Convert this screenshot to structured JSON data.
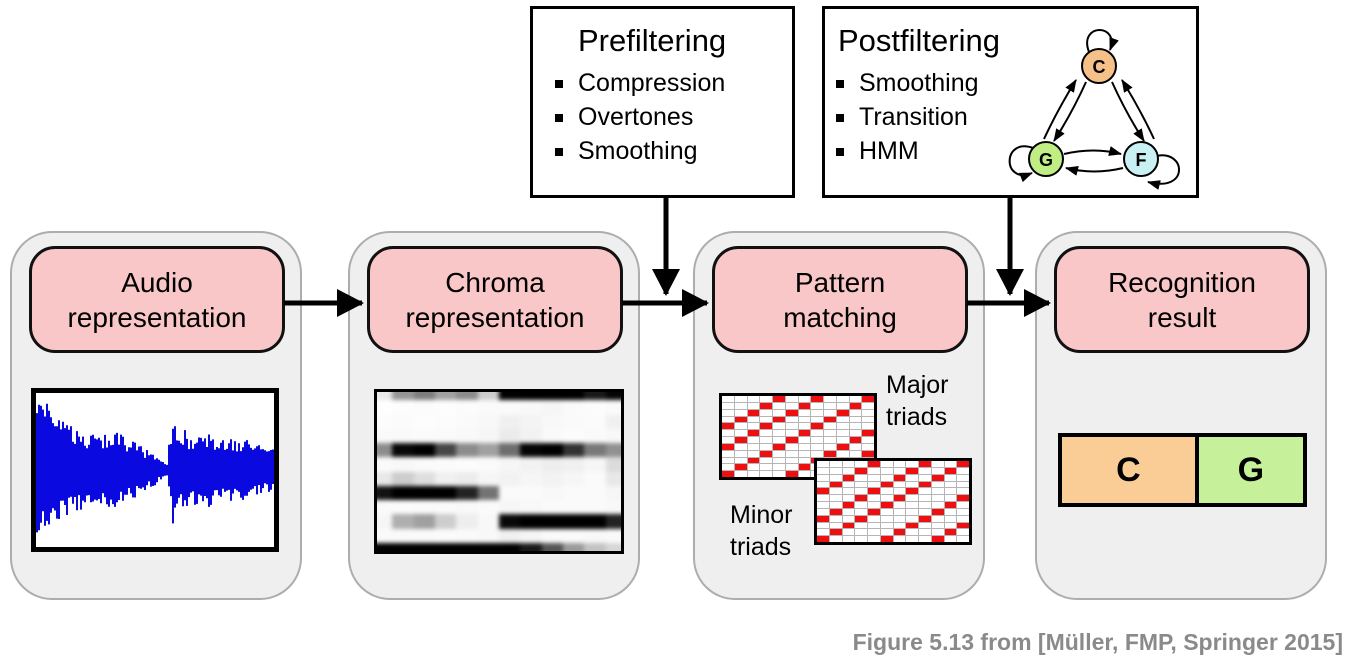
{
  "colors": {
    "stage_bg": "#efefef",
    "stage_border": "#adadad",
    "label_pink": "#f9c7c7",
    "matrix_red": "#ee1010",
    "waveform_blue": "#0a0ae0",
    "caption_gray": "#8a8a8a",
    "node_c": "#f6c189",
    "node_g": "#c0ee85",
    "node_f": "#c9f0f3",
    "result_c": "#facd96",
    "result_g": "#c6f19a"
  },
  "top_boxes": {
    "prefiltering": {
      "title": "Prefiltering",
      "items": [
        "Compression",
        "Overtones",
        "Smoothing"
      ]
    },
    "postfiltering": {
      "title": "Postfiltering",
      "items": [
        "Smoothing",
        "Transition",
        "HMM"
      ],
      "hmm_nodes": [
        {
          "label": "C",
          "color": "#f6c189"
        },
        {
          "label": "G",
          "color": "#c0ee85"
        },
        {
          "label": "F",
          "color": "#c9f0f3"
        }
      ]
    }
  },
  "pipeline": [
    {
      "line1": "Audio",
      "line2": "representation"
    },
    {
      "line1": "Chroma",
      "line2": "representation"
    },
    {
      "line1": "Pattern",
      "line2": "matching"
    },
    {
      "line1": "Recognition",
      "line2": "result"
    }
  ],
  "triads": {
    "rows": 12,
    "cols": 12,
    "major_intervals": [
      0,
      4,
      7
    ],
    "minor_intervals": [
      0,
      3,
      7
    ],
    "major_label": {
      "line1": "Major",
      "line2": "triads"
    },
    "minor_label": {
      "line1": "Minor",
      "line2": "triads"
    }
  },
  "result_bar": {
    "segments": [
      {
        "label": "C",
        "color": "#facd96",
        "width_pct": 56
      },
      {
        "label": "G",
        "color": "#c6f19a",
        "width_pct": 44
      }
    ]
  },
  "waveform": {
    "color": "#0a0ae0",
    "envelope": [
      [
        0,
        0.97
      ],
      [
        0.04,
        0.95
      ],
      [
        0.08,
        0.82
      ],
      [
        0.12,
        0.7
      ],
      [
        0.16,
        0.62
      ],
      [
        0.2,
        0.56
      ],
      [
        0.24,
        0.5
      ],
      [
        0.28,
        0.48
      ],
      [
        0.32,
        0.55
      ],
      [
        0.36,
        0.5
      ],
      [
        0.4,
        0.42
      ],
      [
        0.44,
        0.33
      ],
      [
        0.48,
        0.26
      ],
      [
        0.52,
        0.16
      ],
      [
        0.55,
        0.1
      ],
      [
        0.575,
        0.82
      ],
      [
        0.6,
        0.62
      ],
      [
        0.64,
        0.52
      ],
      [
        0.68,
        0.48
      ],
      [
        0.72,
        0.52
      ],
      [
        0.76,
        0.45
      ],
      [
        0.8,
        0.47
      ],
      [
        0.84,
        0.4
      ],
      [
        0.88,
        0.42
      ],
      [
        0.92,
        0.36
      ],
      [
        0.96,
        0.33
      ],
      [
        1,
        0.31
      ]
    ]
  },
  "chromagram": {
    "rows": [
      [
        235,
        150,
        125,
        160,
        140,
        205,
        2,
        0,
        0,
        0,
        25,
        5
      ],
      [
        254,
        253,
        252,
        253,
        252,
        250,
        250,
        248,
        246,
        250,
        252,
        250
      ],
      [
        252,
        251,
        253,
        252,
        250,
        248,
        240,
        244,
        248,
        250,
        251,
        240
      ],
      [
        250,
        250,
        251,
        250,
        249,
        246,
        235,
        242,
        250,
        252,
        250,
        248
      ],
      [
        140,
        8,
        0,
        70,
        140,
        160,
        110,
        5,
        0,
        50,
        120,
        145
      ],
      [
        250,
        248,
        250,
        251,
        252,
        250,
        246,
        242,
        238,
        240,
        246,
        220
      ],
      [
        232,
        205,
        222,
        240,
        236,
        246,
        242,
        246,
        242,
        246,
        250,
        232
      ],
      [
        18,
        0,
        0,
        0,
        35,
        115,
        250,
        250,
        248,
        250,
        250,
        246
      ],
      [
        250,
        251,
        250,
        250,
        249,
        250,
        246,
        248,
        250,
        250,
        250,
        248
      ],
      [
        246,
        175,
        160,
        205,
        238,
        248,
        8,
        0,
        0,
        0,
        0,
        35
      ],
      [
        250,
        249,
        250,
        251,
        250,
        248,
        240,
        245,
        250,
        250,
        248,
        250
      ],
      [
        0,
        0,
        0,
        0,
        0,
        0,
        0,
        25,
        85,
        155,
        195,
        215
      ]
    ]
  },
  "caption": "Figure 5.13 from [Müller, FMP, Springer 2015]"
}
